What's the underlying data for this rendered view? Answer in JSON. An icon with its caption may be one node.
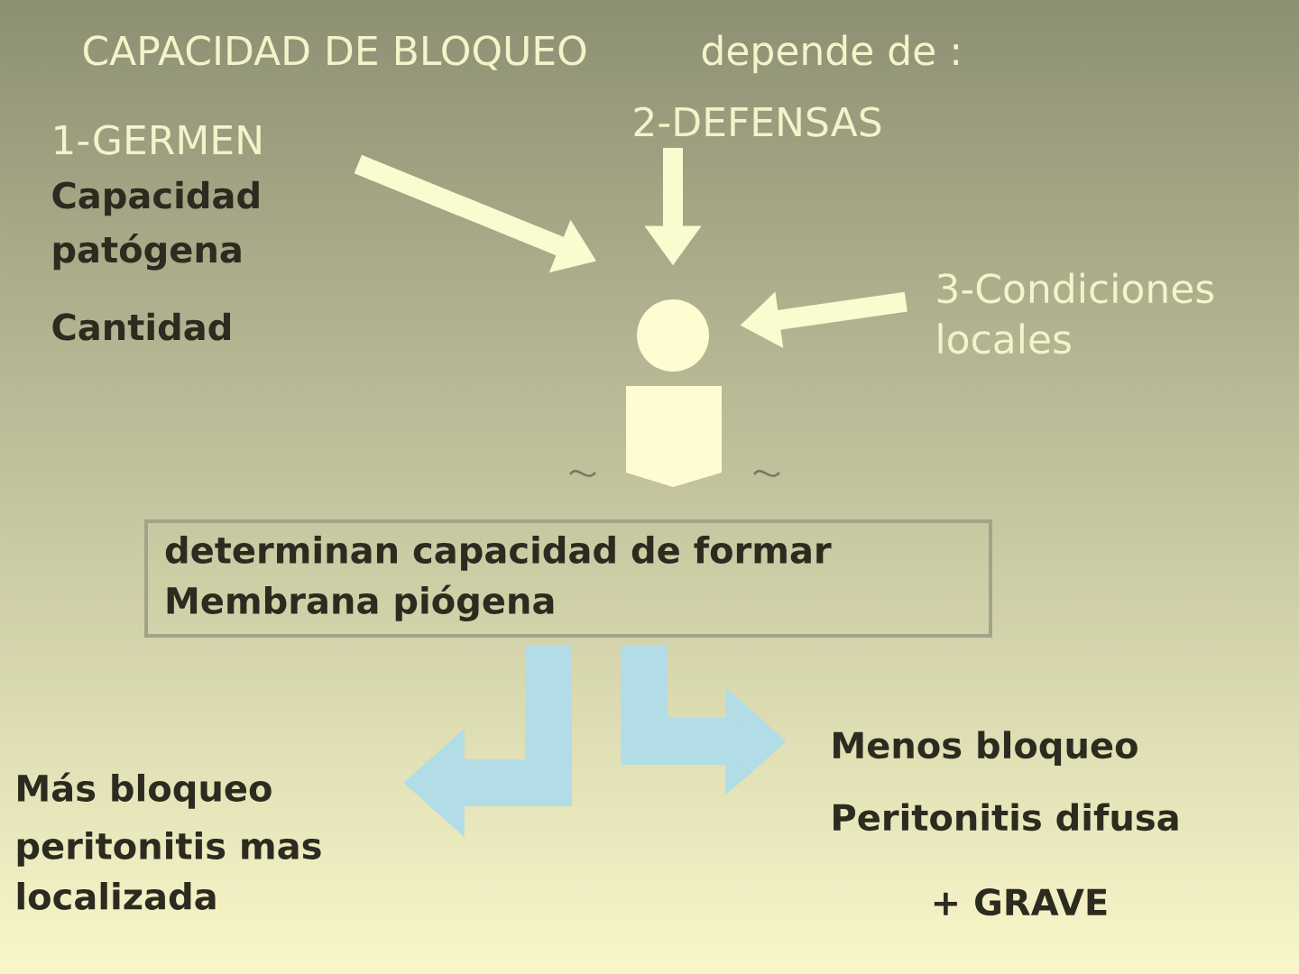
{
  "diagram": {
    "title": "CAPACIDAD DE BLOQUEO",
    "nodes": [
      {
        "text": [
          "1-GERMEN",
          "Capacidad patógena",
          "Cantidad"
        ]
      },
      {
        "text": [
          "2-DEFENSAS"
        ]
      },
      {
        "text": [
          "3-Condiciones locales"
        ]
      },
      {
        "text": [],
        "shape": "person"
      },
      {
        "text": [
          "determinan capacidad de formar Membrana piógena"
        ]
      },
      {
        "text": [
          "Más bloqueo",
          "peritonitis mas localizada"
        ]
      },
      {
        "text": [
          "Menos bloqueo",
          "Peritonitis difusa",
          "+ GRAVE"
        ]
      }
    ],
    "edges": [
      {
        "from": 0,
        "to": 3,
        "arrow": "to"
      },
      {
        "from": 1,
        "to": 3,
        "arrow": "to"
      },
      {
        "from": 2,
        "to": 3,
        "arrow": "to"
      },
      {
        "from": 4,
        "to": 5,
        "arrow": "to",
        "style": "thick",
        "color": "#b3dde6"
      },
      {
        "from": 4,
        "to": 6,
        "arrow": "to",
        "style": "thick",
        "color": "#b3dde6"
      }
    ],
    "labels": [
      "depende de :"
    ]
  }
}
